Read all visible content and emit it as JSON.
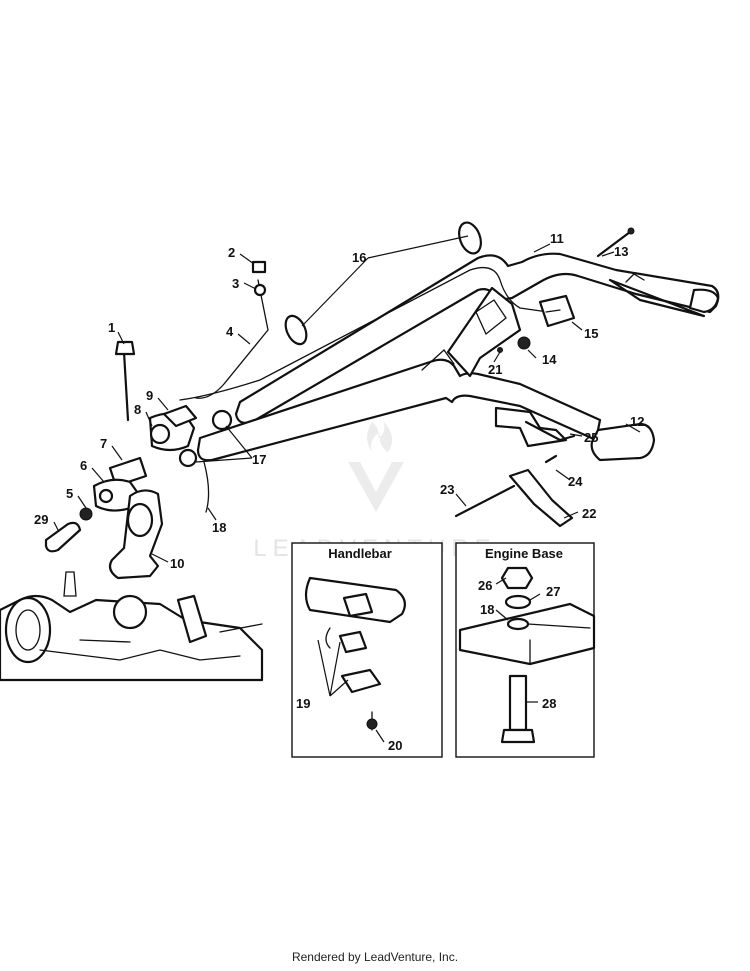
{
  "watermark": {
    "text": "LEADVENTURE"
  },
  "insets": {
    "handlebar": {
      "title": "Handlebar"
    },
    "engine_base": {
      "title": "Engine Base"
    }
  },
  "callouts": {
    "c1": "1",
    "c2": "2",
    "c3": "3",
    "c4": "4",
    "c5": "5",
    "c6": "6",
    "c7": "7",
    "c8": "8",
    "c9": "9",
    "c10": "10",
    "c11": "11",
    "c12": "12",
    "c13": "13",
    "c14": "14",
    "c15": "15",
    "c16": "16",
    "c17": "17",
    "c18": "18",
    "c19": "19",
    "c20": "20",
    "c21": "21",
    "c22": "22",
    "c23": "23",
    "c24": "24",
    "c25": "25",
    "c26": "26",
    "c27": "27",
    "c28": "28",
    "c29": "29"
  },
  "footer": {
    "text": "Rendered by LeadVenture, Inc."
  }
}
